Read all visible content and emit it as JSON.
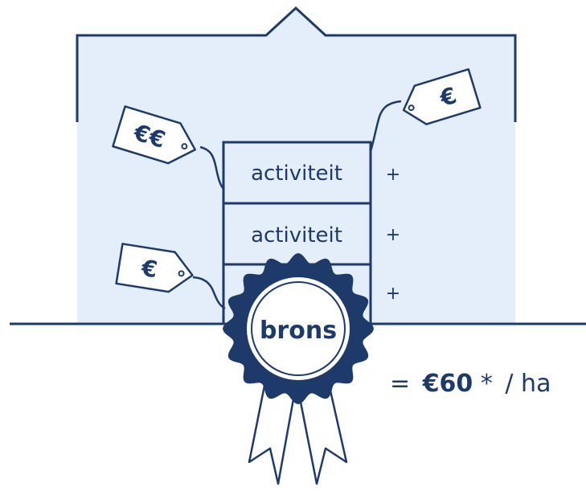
{
  "colors": {
    "navy": "#1d3a6b",
    "light_blue": "#e4eefa",
    "white": "#ffffff"
  },
  "tags": {
    "tag_left_top": "€€",
    "tag_right_top": "€",
    "tag_left_bottom": "€"
  },
  "stack": {
    "row1_label": "activiteit",
    "row2_label": "activiteit",
    "plus1": "+",
    "plus2": "+",
    "plus3": "+"
  },
  "badge": {
    "label": "brons",
    "icon": "rosette-ribbon-icon"
  },
  "price": {
    "equals": "=",
    "amount": "€60",
    "asterisk": "*",
    "unit": "/ ha"
  }
}
